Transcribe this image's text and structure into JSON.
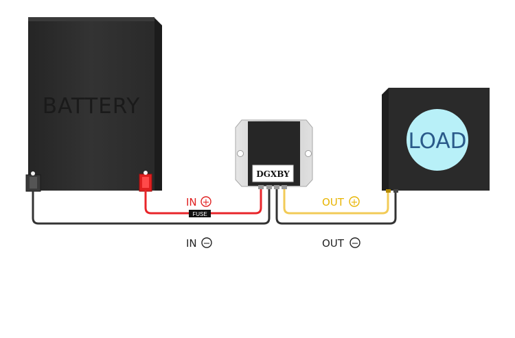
{
  "battery": {
    "label": "BATTERY",
    "body_color": "#2b2b2b",
    "label_color": "#1a1a1a",
    "pos_terminal_color": "#e02020",
    "neg_terminal_color": "#333333"
  },
  "converter": {
    "brand": "DGXBY",
    "housing_color": "#d4d4d4",
    "face_color": "#262626"
  },
  "load": {
    "label": "LOAD",
    "body_color": "#272727",
    "circle_color": "#b8f0f8",
    "label_color": "#2a5a8a"
  },
  "fuse": {
    "label": "FUSE"
  },
  "connections": {
    "in_positive": {
      "label": "IN",
      "symbol": "+",
      "color": "#e02020",
      "wire_color": "#e8252a"
    },
    "in_negative": {
      "label": "IN",
      "symbol": "−",
      "color": "#222222",
      "wire_color": "#333333"
    },
    "out_positive": {
      "label": "OUT",
      "symbol": "+",
      "color": "#e8b400",
      "wire_color": "#f2cb57"
    },
    "out_negative": {
      "label": "OUT",
      "symbol": "−",
      "color": "#222222",
      "wire_color": "#333333"
    }
  }
}
